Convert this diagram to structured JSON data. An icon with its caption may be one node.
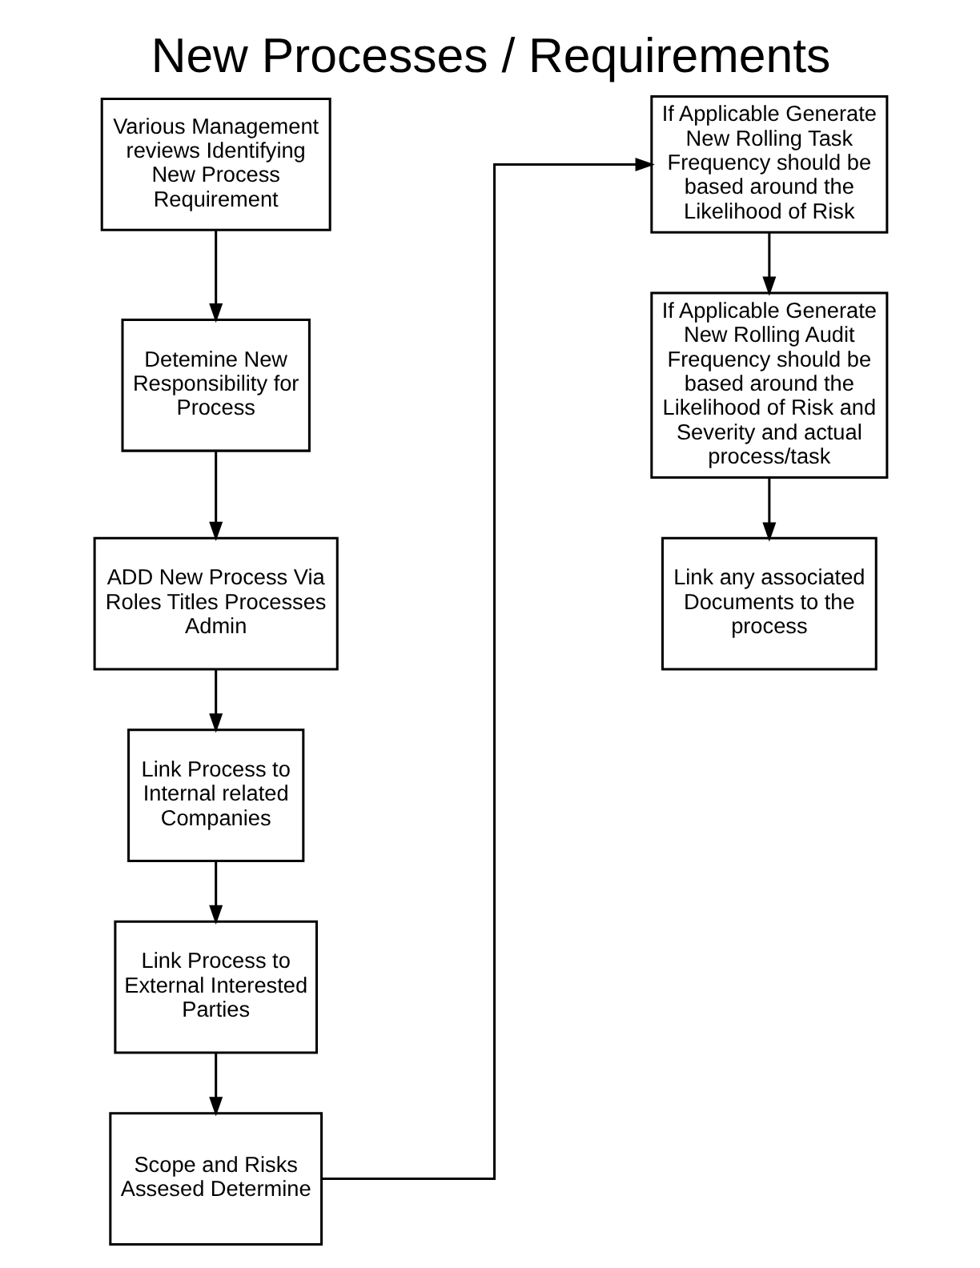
{
  "diagram": {
    "title": "New Processes / Requirements",
    "nodes": [
      {
        "text": [
          "Various Management reviews Identifying New Process Requirement"
        ]
      },
      {
        "text": [
          "Detemine New Responsibility for Process"
        ]
      },
      {
        "text": [
          "ADD New Process Via Roles Titles Processes Admin"
        ]
      },
      {
        "text": [
          "Link Process to Internal related Companies"
        ]
      },
      {
        "text": [
          "Link Process to External Interested Parties"
        ]
      },
      {
        "text": [
          "Scope and Risks Assesed Determine"
        ]
      },
      {
        "text": [
          "If Applicable Generate New Rolling Task Frequency should be based around the Likelihood of Risk"
        ]
      },
      {
        "text": [
          "If Applicable Generate New Rolling Audit Frequency should be based around the Likelihood of Risk and Severity and actual process/task"
        ]
      },
      {
        "text": [
          "Link any associated Documents to the process"
        ]
      }
    ],
    "edges": [
      {
        "from": 0,
        "to": 1,
        "arrow": "to"
      },
      {
        "from": 1,
        "to": 2,
        "arrow": "to"
      },
      {
        "from": 2,
        "to": 3,
        "arrow": "to"
      },
      {
        "from": 3,
        "to": 4,
        "arrow": "to"
      },
      {
        "from": 4,
        "to": 5,
        "arrow": "to"
      },
      {
        "from": 5,
        "to": 6,
        "arrow": "to"
      },
      {
        "from": 6,
        "to": 7,
        "arrow": "to"
      },
      {
        "from": 7,
        "to": 8,
        "arrow": "to"
      }
    ]
  }
}
